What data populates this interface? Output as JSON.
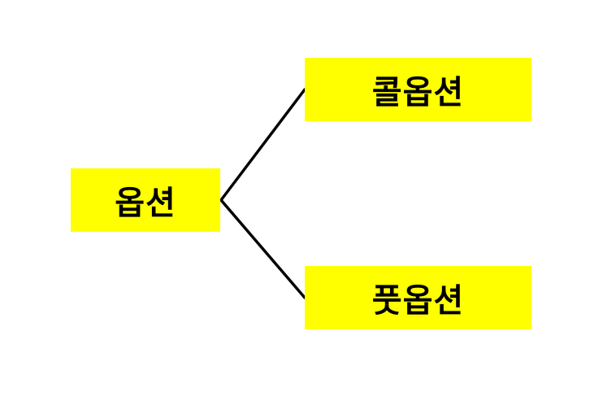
{
  "diagram": {
    "root": {
      "label": "옵션"
    },
    "branches": [
      {
        "label": "콜옵션"
      },
      {
        "label": "풋옵션"
      }
    ]
  },
  "colors": {
    "node_fill": "#ffff00",
    "text": "#000000",
    "connector": "#000000",
    "background": "#ffffff"
  }
}
